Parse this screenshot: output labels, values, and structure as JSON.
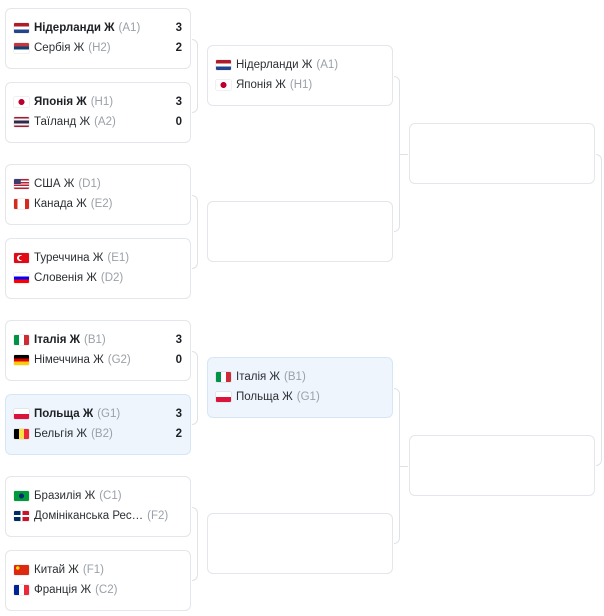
{
  "round1": [
    {
      "team1": {
        "name": "Нідерланди Ж",
        "seed": "(A1)",
        "score": "3",
        "winner": true,
        "flag": "nl"
      },
      "team2": {
        "name": "Сербія Ж",
        "seed": "(H2)",
        "score": "2",
        "winner": false,
        "flag": "rs"
      }
    },
    {
      "team1": {
        "name": "Японія Ж",
        "seed": "(H1)",
        "score": "3",
        "winner": true,
        "flag": "jp"
      },
      "team2": {
        "name": "Таїланд Ж",
        "seed": "(A2)",
        "score": "0",
        "winner": false,
        "flag": "th"
      }
    },
    {
      "team1": {
        "name": "США Ж",
        "seed": "(D1)",
        "score": "",
        "winner": false,
        "flag": "us"
      },
      "team2": {
        "name": "Канада Ж",
        "seed": "(E2)",
        "score": "",
        "winner": false,
        "flag": "ca"
      }
    },
    {
      "team1": {
        "name": "Туреччина Ж",
        "seed": "(E1)",
        "score": "",
        "winner": false,
        "flag": "tr"
      },
      "team2": {
        "name": "Словенія Ж",
        "seed": "(D2)",
        "score": "",
        "winner": false,
        "flag": "si"
      }
    },
    {
      "team1": {
        "name": "Італія Ж",
        "seed": "(B1)",
        "score": "3",
        "winner": true,
        "flag": "it"
      },
      "team2": {
        "name": "Німеччина Ж",
        "seed": "(G2)",
        "score": "0",
        "winner": false,
        "flag": "de"
      }
    },
    {
      "team1": {
        "name": "Польща Ж",
        "seed": "(G1)",
        "score": "3",
        "winner": true,
        "flag": "pl"
      },
      "team2": {
        "name": "Бельгія Ж",
        "seed": "(B2)",
        "score": "2",
        "winner": false,
        "flag": "be"
      },
      "highlight": true
    },
    {
      "team1": {
        "name": "Бразилія Ж",
        "seed": "(C1)",
        "score": "",
        "winner": false,
        "flag": "br"
      },
      "team2": {
        "name": "Домініканська Рес…",
        "seed": "(F2)",
        "score": "",
        "winner": false,
        "flag": "do"
      }
    },
    {
      "team1": {
        "name": "Китай Ж",
        "seed": "(F1)",
        "score": "",
        "winner": false,
        "flag": "cn"
      },
      "team2": {
        "name": "Франція Ж",
        "seed": "(C2)",
        "score": "",
        "winner": false,
        "flag": "fr"
      }
    }
  ],
  "round2": [
    {
      "team1": {
        "name": "Нідерланди Ж",
        "seed": "(A1)",
        "score": "",
        "winner": false,
        "flag": "nl"
      },
      "team2": {
        "name": "Японія Ж",
        "seed": "(H1)",
        "score": "",
        "winner": false,
        "flag": "jp"
      }
    },
    {
      "empty": true
    },
    {
      "team1": {
        "name": "Італія Ж",
        "seed": "(B1)",
        "score": "",
        "winner": false,
        "flag": "it"
      },
      "team2": {
        "name": "Польща Ж",
        "seed": "(G1)",
        "score": "",
        "winner": false,
        "flag": "pl"
      },
      "highlight": true
    },
    {
      "empty": true
    }
  ],
  "round3": [
    {
      "empty": true
    },
    {
      "empty": true
    }
  ],
  "flags": {
    "nl": "linear-gradient(#ae1c28 0 33.3%, #ffffff 33.3% 66.6%, #21468b 66.6%)",
    "rs": "linear-gradient(#c6363c 0 33.3%, #0c4076 33.3% 66.6%, #ffffff 66.6%)",
    "jp": "radial-gradient(circle at 50% 50%, #bc002d 0 2.8px, #ffffff 3.2px)",
    "th": "linear-gradient(#a51931 0 16.6%, #f4f5f8 16.6% 33.3%, #2d2a4a 33.3% 66.6%, #f4f5f8 66.6% 83.3%, #a51931 83.3%)",
    "us": "linear-gradient(#3c3b6e, #3c3b6e) 0 0 / 45% 54% no-repeat, repeating-linear-gradient(#b22234 0 1.43px, #ffffff 1.43px 2.86px)",
    "ca": "linear-gradient(90deg, #d52b1e 0 25%, #ffffff 25% 75%, #d52b1e 75%)",
    "tr": "radial-gradient(circle at 48% 50%, #e30a17 0 2px, transparent 2.3px), radial-gradient(circle at 40% 50%, #ffffff 0 2.8px, #e30a17 3.1px)",
    "si": "linear-gradient(#ffffff 0 33.3%, #0000ff 33.3% 66.6%, #ff0000 66.6%)",
    "it": "linear-gradient(90deg, #009246 0 33.3%, #ffffff 33.3% 66.6%, #ce2b37 66.6%)",
    "de": "linear-gradient(#000000 0 33.3%, #dd0000 33.3% 66.6%, #ffce00 66.6%)",
    "pl": "linear-gradient(#ffffff 0 50%, #dc143c 50%)",
    "be": "linear-gradient(90deg, #000000 0 33.3%, #fae042 33.3% 66.6%, #ed2939 66.6%)",
    "br": "radial-gradient(circle at 50% 50%, #002776 0 2.4px, transparent 2.6px), linear-gradient(#009c3b, #009c3b)",
    "do": "linear-gradient(90deg, transparent 0 42%, #ffffff 42% 58%, transparent 58%), linear-gradient(transparent 0 40%, #ffffff 40% 60%, transparent 60%), linear-gradient(90deg, #002d62 0 50%, #ce1126 50%)",
    "cn": "radial-gradient(circle at 25% 30%, #ffde00 0 1.6px, transparent 1.9px), linear-gradient(#de2910, #de2910)",
    "fr": "linear-gradient(90deg, #002395 0 33.3%, #ffffff 33.3% 66.6%, #ed2939 66.6%)"
  },
  "colors": {
    "card_border": "#e3e6ea",
    "highlight_bg": "#eef5fd",
    "connector": "#dfe3e7",
    "seed_text": "#9aa1a8"
  }
}
